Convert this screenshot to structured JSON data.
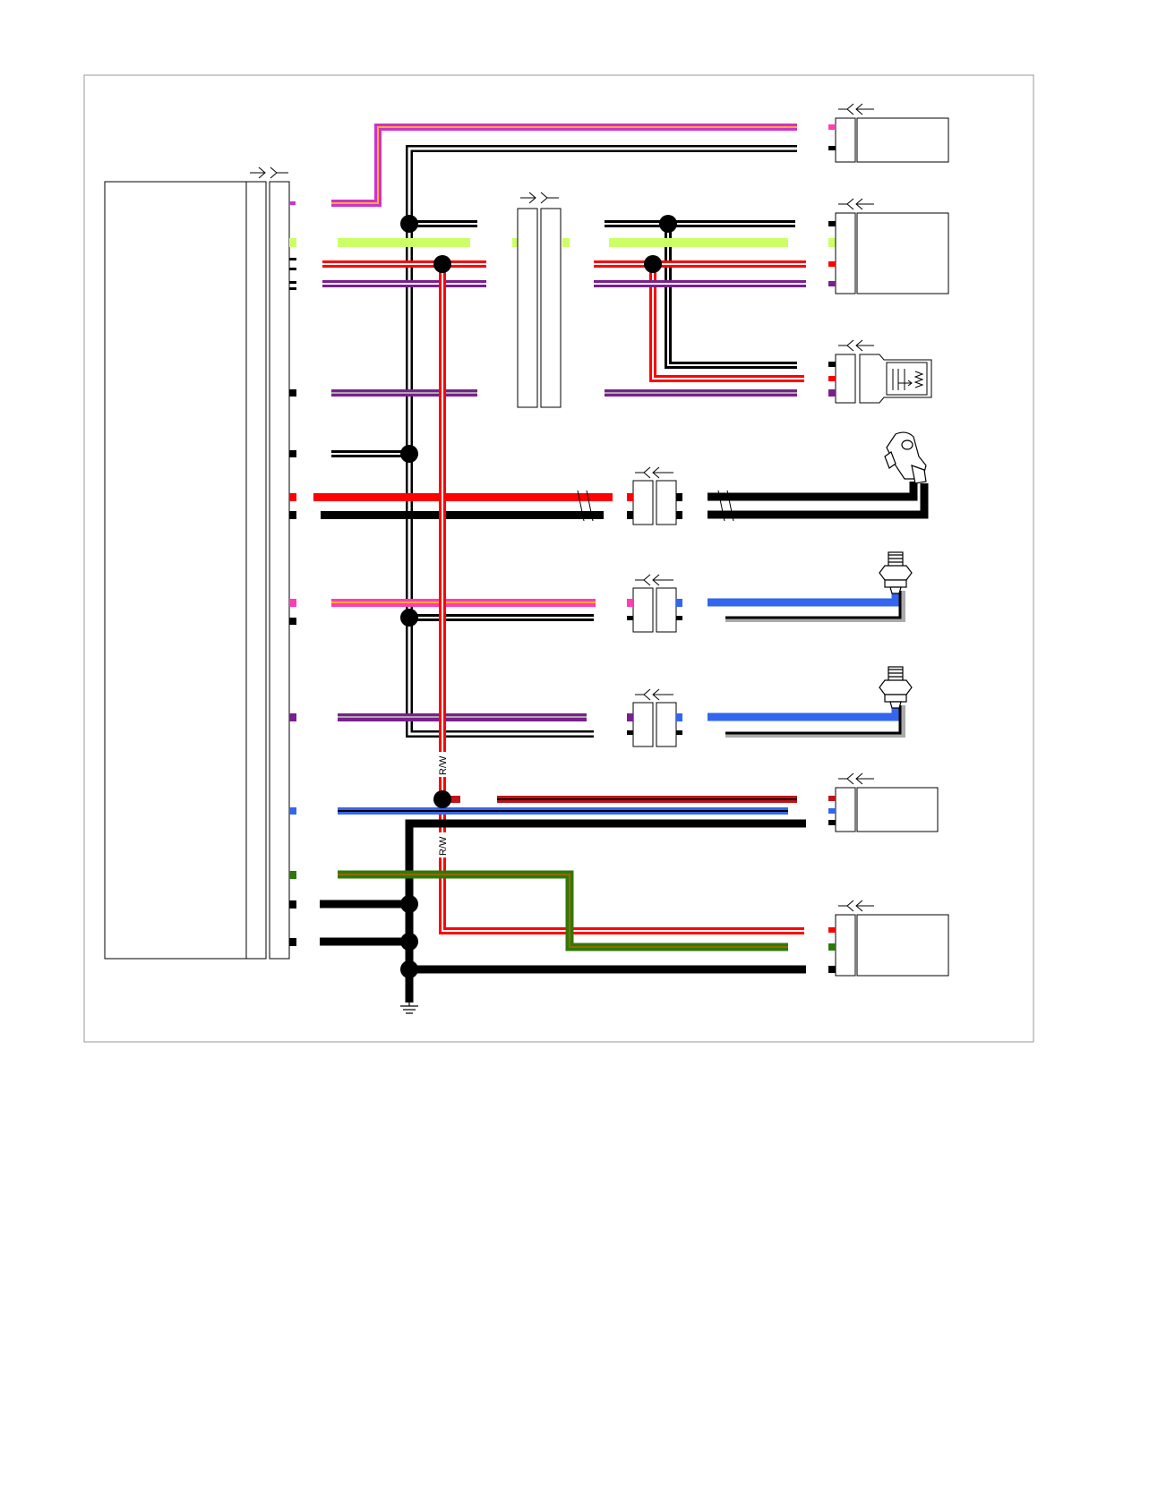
{
  "diagram": {
    "labels": {
      "splice_label_upper": "R/W",
      "splice_label_lower": "R/W"
    },
    "colors": {
      "black": "#000000",
      "red": "#ff0000",
      "white": "#ffffff",
      "pink": "#ff3db4",
      "magenta": "#cc33cc",
      "yellow_green": "#ccff66",
      "violet": "#7a1f8f",
      "blue": "#3366ee",
      "gray": "#aaaaaa",
      "green": "#2d7a0a",
      "orange": "#ffaa33"
    },
    "icons": [
      "ground-symbol",
      "connector-symbol",
      "ring-terminal-sensor",
      "pressure-sensor",
      "resistor-sensor"
    ]
  }
}
